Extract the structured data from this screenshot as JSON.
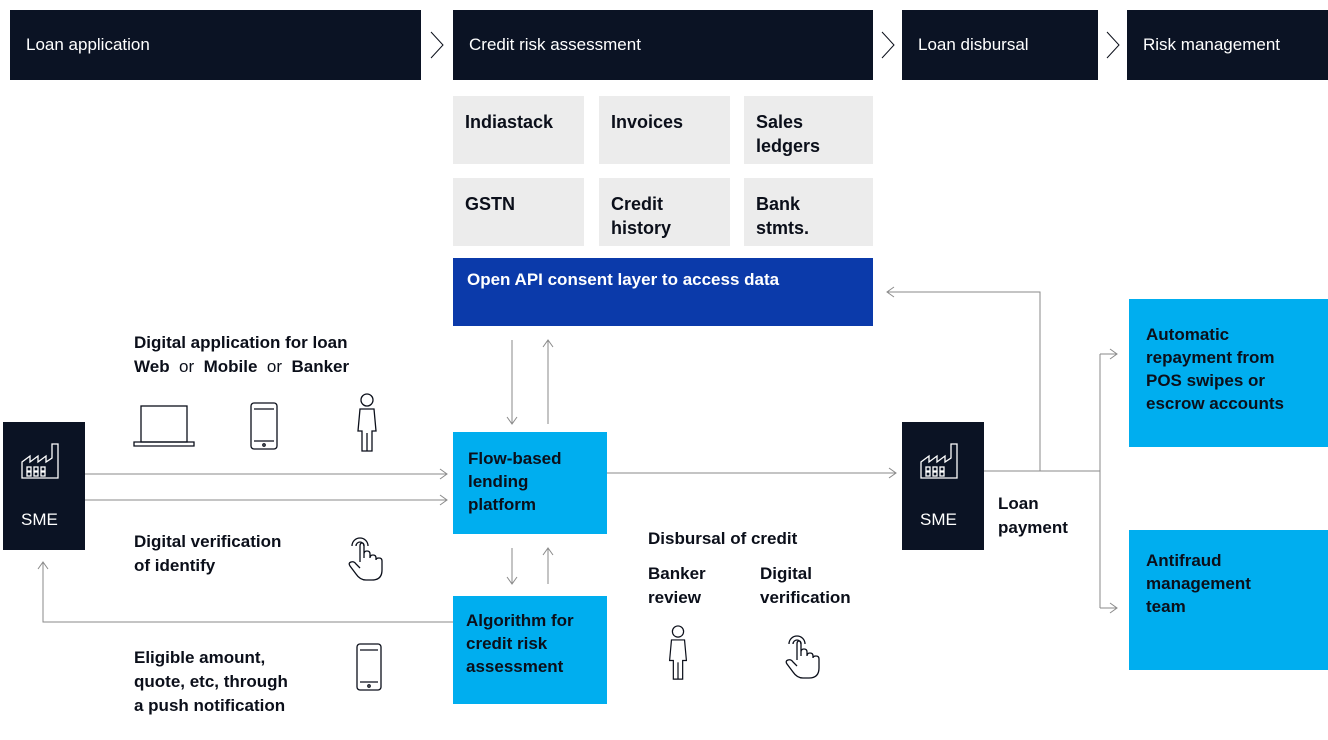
{
  "header": {
    "stage1": "Loan application",
    "stage2": "Credit risk assessment",
    "stage3": "Loan disbursal",
    "stage4": "Risk management"
  },
  "data_sources": {
    "indiastack": "Indiastack",
    "invoices": "Invoices",
    "sales_ledgers_1": "Sales",
    "sales_ledgers_2": "ledgers",
    "gstn": "GSTN",
    "credit_history_1": "Credit",
    "credit_history_2": "history",
    "bank_stmts_1": "Bank",
    "bank_stmts_2": "stmts."
  },
  "api_layer": "Open API consent layer to access data",
  "platform": {
    "line1": "Flow-based",
    "line2": "lending",
    "line3": "platform"
  },
  "algorithm": {
    "line1": "Algorithm for",
    "line2": "credit risk",
    "line3": "assessment"
  },
  "sme_left": "SME",
  "sme_right": "SME",
  "digital_app": {
    "title": "Digital application for loan",
    "web": "Web",
    "or1": "or",
    "mobile": "Mobile",
    "or2": "or",
    "banker": "Banker"
  },
  "verification": {
    "line1": "Digital verification",
    "line2": "of identify"
  },
  "eligible": {
    "line1": "Eligible amount,",
    "line2": "quote, etc, through",
    "line3": "a push notification"
  },
  "disbursal": {
    "title": "Disbursal of credit",
    "banker_1": "Banker",
    "banker_2": "review",
    "digital_1": "Digital",
    "digital_2": "verification"
  },
  "loan_payment": {
    "line1": "Loan",
    "line2": "payment"
  },
  "repayment": {
    "line1": "Automatic",
    "line2": "repayment from",
    "line3": "POS swipes or",
    "line4": "escrow accounts"
  },
  "antifraud": {
    "line1": "Antifraud",
    "line2": "management",
    "line3": "team"
  },
  "colors": {
    "navy": "#0b1324",
    "blue": "#0b3aaa",
    "cyan": "#00aeef",
    "grey": "#ececec"
  }
}
